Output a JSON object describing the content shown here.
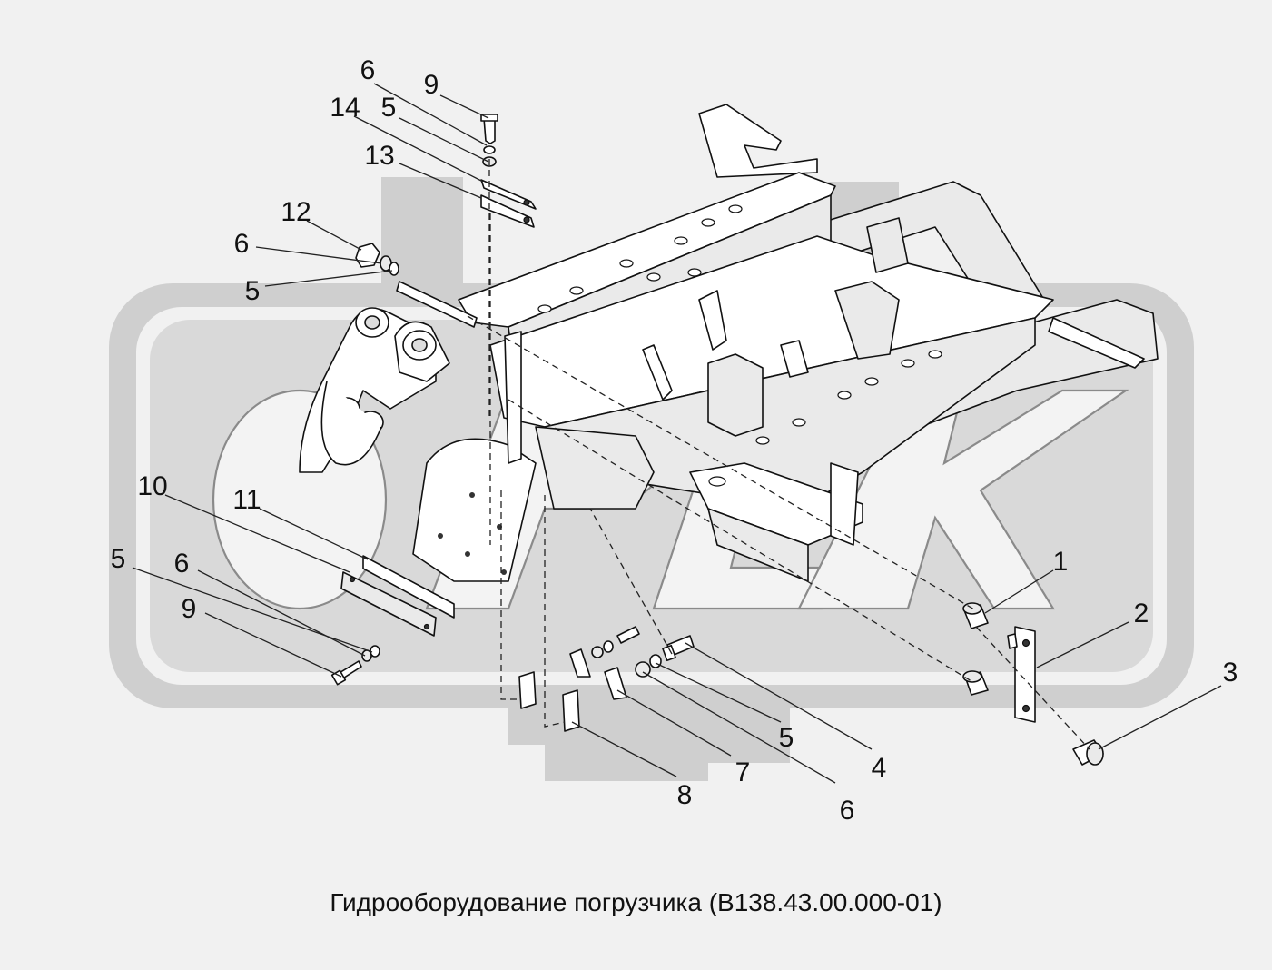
{
  "caption": "Гидрооборудование погрузчика (В138.43.00.000-01)",
  "watermark": {
    "text": "ОРЕХ",
    "color": "#c8c8c8"
  },
  "callouts": [
    "1",
    "2",
    "3",
    "4",
    "5",
    "5",
    "5",
    "5",
    "6",
    "6",
    "6",
    "6",
    "7",
    "8",
    "9",
    "9",
    "10",
    "11",
    "12",
    "13",
    "14"
  ],
  "colors": {
    "background": "#f1f1f1",
    "line": "#111111",
    "watermark": "#cfcfcf"
  }
}
